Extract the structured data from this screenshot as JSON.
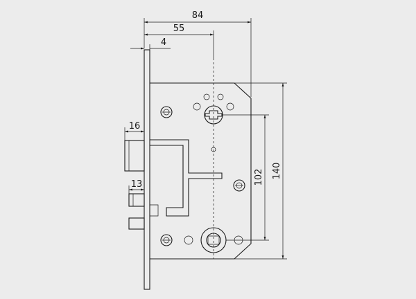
{
  "drawing": {
    "dimensions": {
      "width_overall": "84",
      "backset": "55",
      "faceplate_thickness": "4",
      "latch_projection": "16",
      "deadbolt_projection": "13",
      "centre_distance": "102",
      "case_height": "140"
    }
  }
}
